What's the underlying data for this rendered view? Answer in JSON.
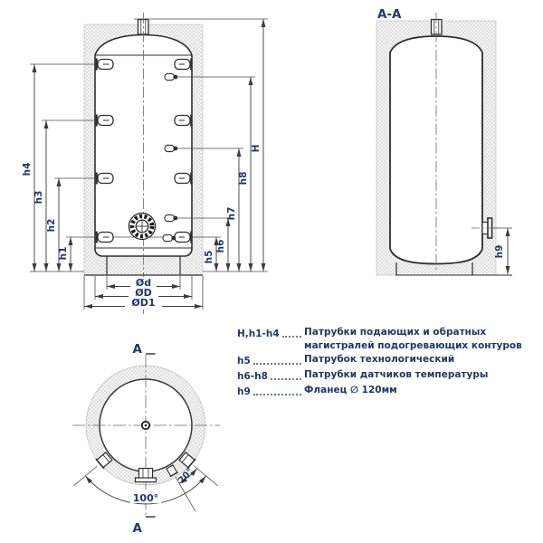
{
  "drawing": {
    "section_title": "A-A",
    "section_mark_top": "A",
    "section_mark_bottom": "A",
    "dim_labels": {
      "H": "H",
      "h1": "h1",
      "h2": "h2",
      "h3": "h3",
      "h4": "h4",
      "h5": "h5",
      "h6": "h6",
      "h7": "h7",
      "h8": "h8",
      "h9": "h9"
    },
    "diameter_labels": {
      "d": "Ød",
      "D": "ØD",
      "D1": "ØD1"
    },
    "angle_labels": {
      "a100": "100°",
      "a20": "20°"
    }
  },
  "legend": {
    "rows": [
      {
        "key": "H,h1-h4",
        "text": "Патрубки подающих и обратных магистралей подогревающих контуров"
      },
      {
        "key": "h5",
        "text": "Патрубок технологический"
      },
      {
        "key": "h6-h8",
        "text": "Патрубки датчиков температуры"
      },
      {
        "key": "h9",
        "text": "Фланец ∅ 120мм"
      }
    ]
  },
  "colors": {
    "label_blue": "#1f3864",
    "line_dark": "#2e2e2e",
    "hatch": "#d4d4d4"
  }
}
